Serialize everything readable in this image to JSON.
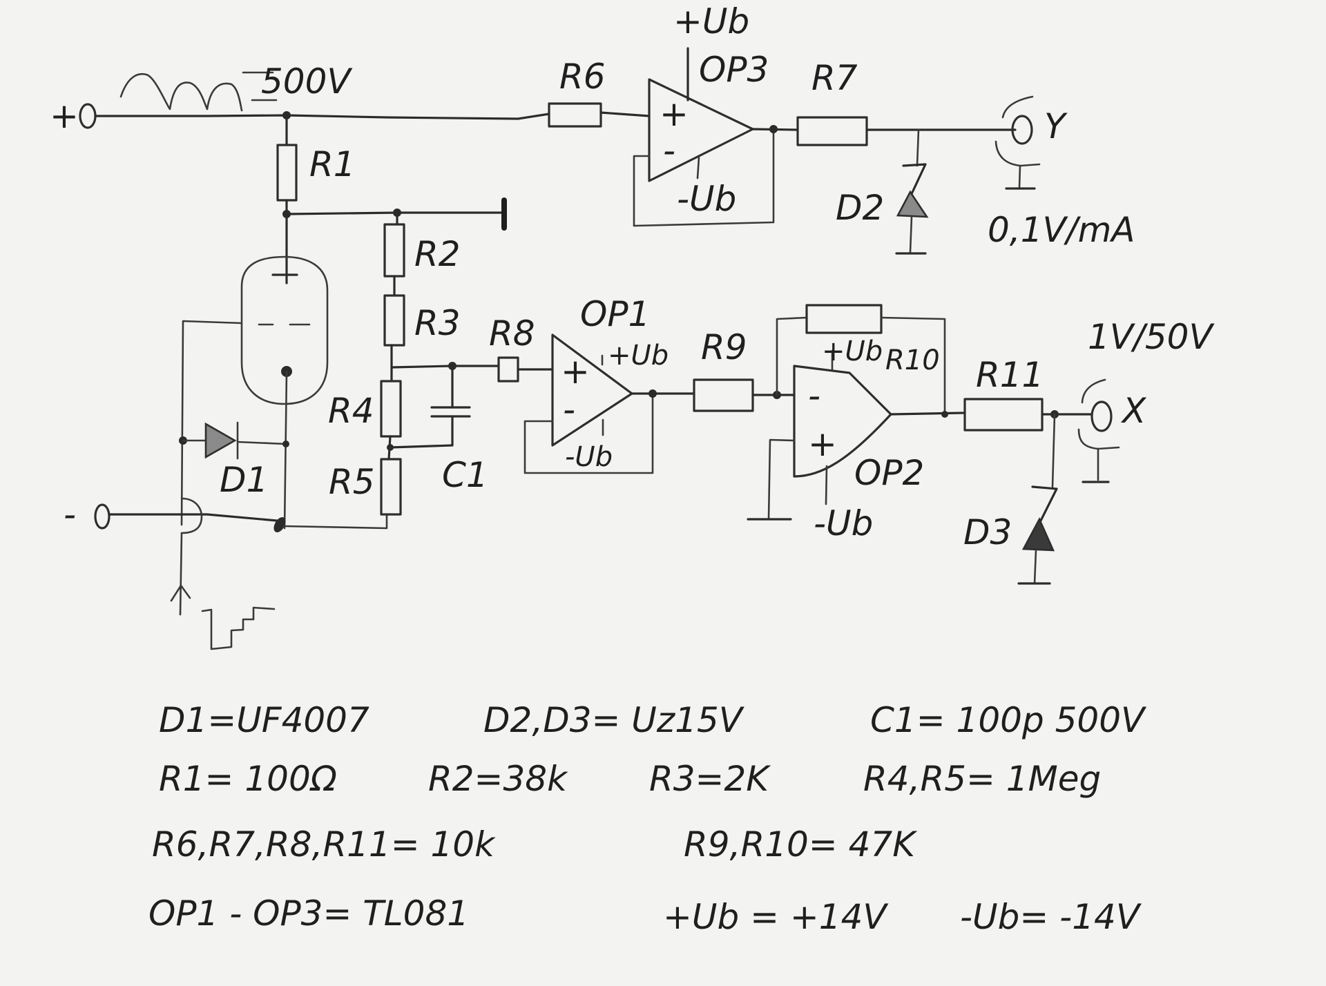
{
  "diagram": {
    "type": "hand-drawn schematic",
    "ink_color": "#2b2b2b",
    "paper_color": "#f3f3f2",
    "inputs": {
      "plus_terminal": "+",
      "minus_terminal": "-",
      "supply_label": "500V",
      "supply_waveform": "rectified-half-sine-icon",
      "sweep_waveform": "staircase-icon"
    },
    "outputs": {
      "y_terminal": "Y",
      "y_scale": "0,1V/mA",
      "x_terminal": "X",
      "x_scale": "1V/50V"
    },
    "components": {
      "R1": "R1",
      "R2": "R2",
      "R3": "R3",
      "R4": "R4",
      "R5": "R5",
      "R6": "R6",
      "R7": "R7",
      "R8": "R8",
      "R9": "R9",
      "R10": "R10",
      "R11": "R11",
      "C1": "C1",
      "D1": "D1",
      "D2": "D2",
      "D3": "D3",
      "OP1": "OP1",
      "OP2": "OP2",
      "OP3": "OP3"
    },
    "supply_pins": {
      "pos": "+Ub",
      "neg": "-Ub"
    },
    "opamp_signs": {
      "plus": "+",
      "minus": "-"
    }
  },
  "parts_list": [
    [
      "D1=UF4007",
      "D2,D3= Uz15V",
      "C1= 100p 500V"
    ],
    [
      "R1= 100Ω",
      "R2=38k",
      "R3=2K",
      "R4,R5= 1Meg"
    ],
    [
      "R6,R7,R8,R11= 10k",
      "R9,R10= 47K"
    ],
    [
      "OP1 - OP3= TL081",
      "+Ub = +14V",
      "-Ub= -14V"
    ]
  ]
}
